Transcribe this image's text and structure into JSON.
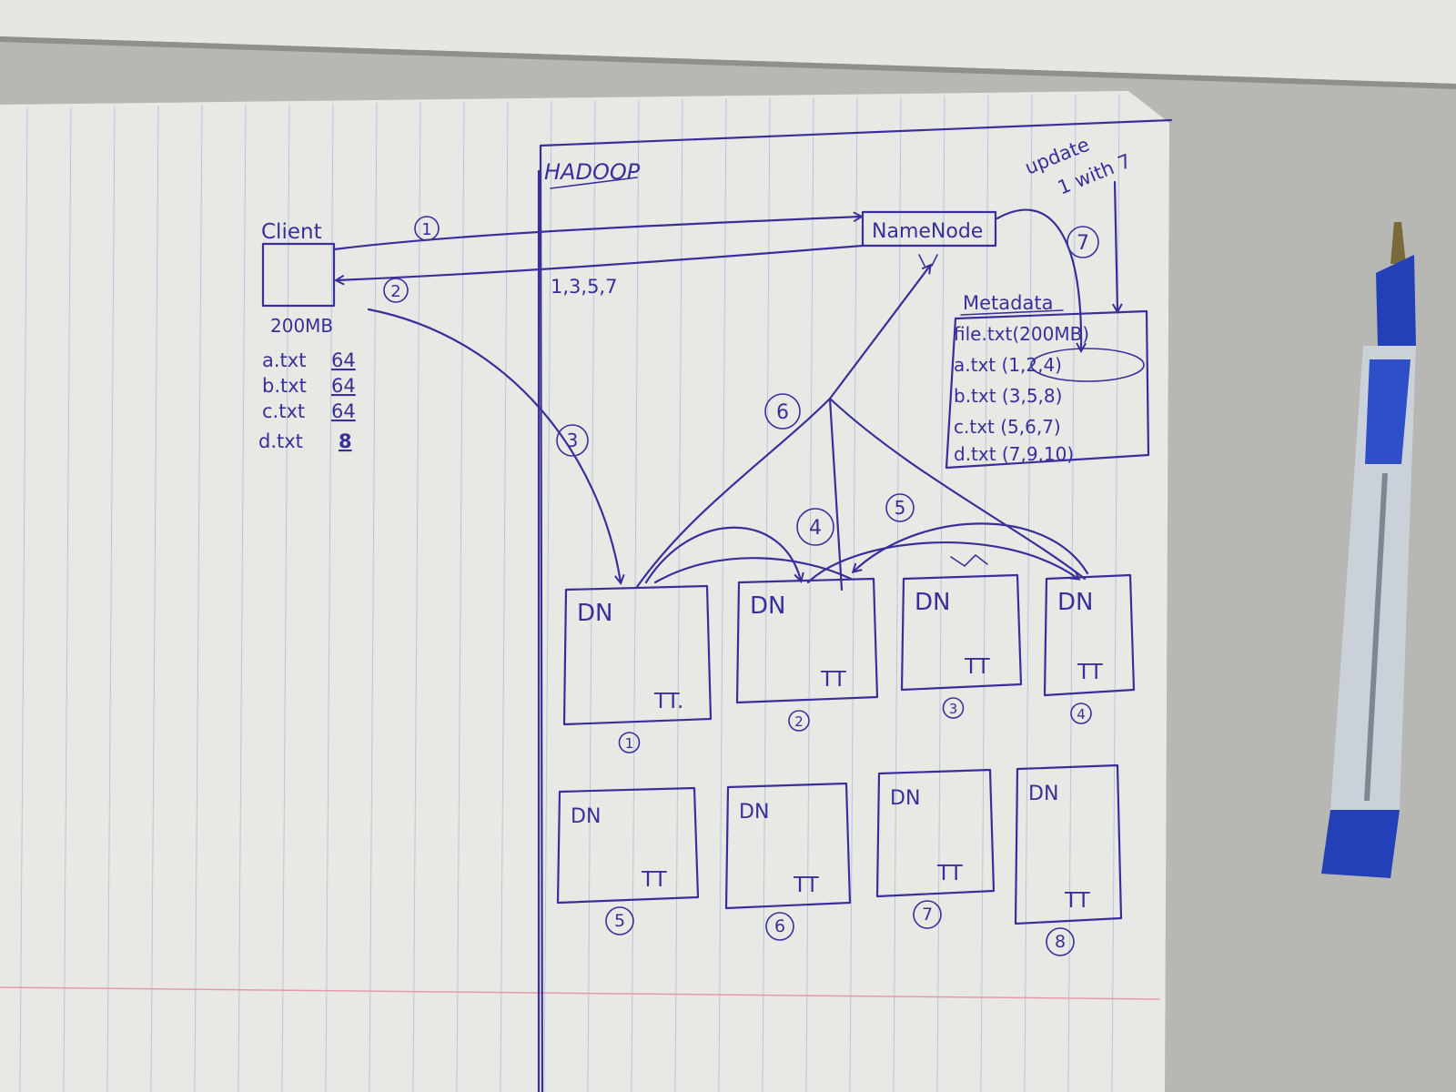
{
  "colors": {
    "ink": "#3a2f9a",
    "paper": "#e9eae6",
    "rule": "#a9c0d8",
    "margin": "#e39aa8",
    "pen_blue": "#2440b8"
  },
  "title": "HADOOP",
  "client": {
    "label": "Client",
    "size": "200MB",
    "files": [
      {
        "name": "a.txt",
        "size": "64"
      },
      {
        "name": "b.txt",
        "size": "64"
      },
      {
        "name": "c.txt",
        "size": "64"
      },
      {
        "name": "d.txt",
        "size": "8"
      }
    ]
  },
  "namenode": {
    "label": "NameNode"
  },
  "response_blocks": "1,3,5,7",
  "update_note": {
    "line1": "update",
    "line2": "1 with 7"
  },
  "metadata": {
    "title": "Metadata",
    "rows": [
      "file.txt(200MB)",
      "a.txt (1,2,4)",
      "b.txt (3,5,8)",
      "c.txt (5,6,7)",
      "d.txt (7,9,10)"
    ]
  },
  "steps": [
    "1",
    "2",
    "3",
    "4",
    "5",
    "6",
    "7"
  ],
  "datanodes": [
    {
      "dn": "DN",
      "tt": "TT.",
      "num": "1"
    },
    {
      "dn": "DN",
      "tt": "TT",
      "num": "2"
    },
    {
      "dn": "DN",
      "tt": "TT",
      "num": "3"
    },
    {
      "dn": "DN",
      "tt": "TT",
      "num": "4"
    },
    {
      "dn": "DN",
      "tt": "TT",
      "num": "5"
    },
    {
      "dn": "DN",
      "tt": "TT",
      "num": "6"
    },
    {
      "dn": "DN",
      "tt": "TT",
      "num": "7"
    },
    {
      "dn": "DN",
      "tt": "TT",
      "num": "8"
    }
  ]
}
